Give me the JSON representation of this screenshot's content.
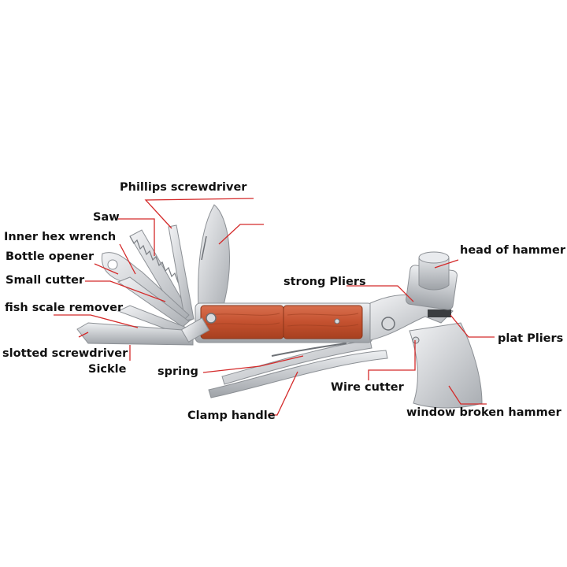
{
  "diagram": {
    "leader_color": "#d42a2a",
    "handle_color": "#c8533a",
    "steel_color": "#c9ccd0",
    "labels": {
      "phillips_screwdriver": "Phillips screwdriver",
      "saw": "Saw",
      "inner_hex_wrench": "Inner hex wrench",
      "bottle_opener": "Bottle opener",
      "small_cutter": "Small cutter",
      "fish_scale_remover": "fish scale remover",
      "slotted_screwdriver": "slotted screwdriver",
      "sickle": "Sickle",
      "spring": "spring",
      "clamp_handle": "Clamp handle",
      "strong_pliers": "strong Pliers",
      "wire_cutter": "Wire cutter",
      "head_of_hammer": "head of hammer",
      "plat_pliers": "plat Pliers",
      "window_broken_hammer": "window broken hammer"
    }
  }
}
